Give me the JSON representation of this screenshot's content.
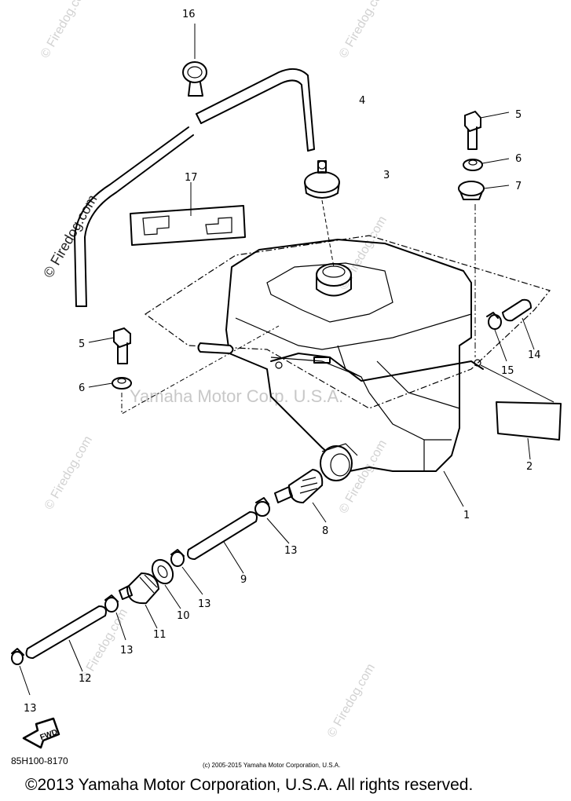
{
  "watermark": {
    "firedog": "© Firedog.com",
    "center": "Yamaha Motor Corp. U.S.A."
  },
  "callouts": {
    "c1": "1",
    "c2": "2",
    "c3": "3",
    "c4": "4",
    "c5a": "5",
    "c5b": "5",
    "c6a": "6",
    "c6b": "6",
    "c7": "7",
    "c8": "8",
    "c9": "9",
    "c10": "10",
    "c11": "11",
    "c12": "12",
    "c13a": "13",
    "c13b": "13",
    "c13c": "13",
    "c13d": "13",
    "c14": "14",
    "c15": "15",
    "c16": "16",
    "c17": "17"
  },
  "fwd_arrow": "FWD",
  "part_number": "85H100-8170",
  "small_copyright": "(c) 2005-2015 Yamaha Motor Corporation, U.S.A.",
  "footer_copyright": "©2013 Yamaha Motor Corporation, U.S.A. All rights reserved."
}
